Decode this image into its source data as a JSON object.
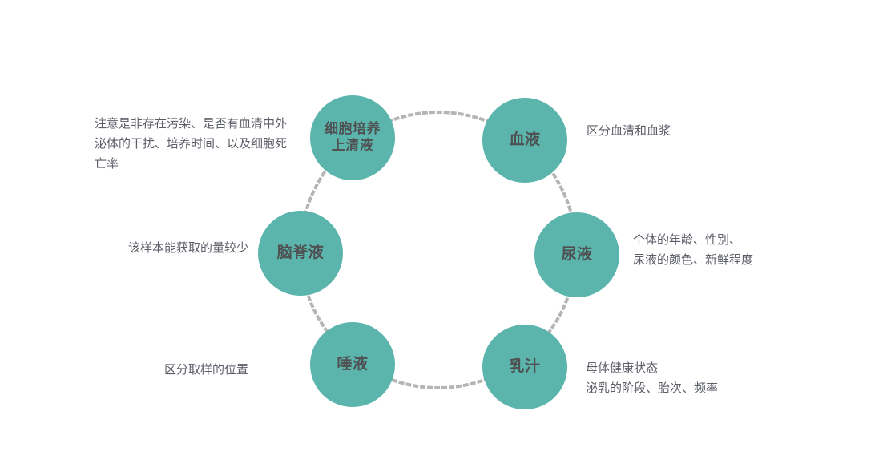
{
  "diagram": {
    "type": "cycle-of-sample-types",
    "colors": {
      "node_fill": "#5bb5ac",
      "node_text": "#4f5052",
      "note_text": "#5c5e68",
      "ring_dots": "#b5b5b5",
      "background": "#ffffff"
    },
    "nodes": [
      {
        "id": "cell-culture-supernatant",
        "label": "细胞培养上清液",
        "note": "注意是非存在污染、是否有血清中外泌体的干扰、培养时间、以及细胞死亡率",
        "note_side": "left"
      },
      {
        "id": "blood",
        "label": "血液",
        "note": "区分血清和血浆",
        "note_side": "right"
      },
      {
        "id": "cerebrospinal-fluid",
        "label": "脑脊液",
        "note": "该样本能获取的量较少",
        "note_side": "left"
      },
      {
        "id": "urine",
        "label": "尿液",
        "note": "个体的年龄、性别、\n尿液的颜色、新鲜程度",
        "note_side": "right"
      },
      {
        "id": "saliva",
        "label": "唾液",
        "note": "区分取样的位置",
        "note_side": "left"
      },
      {
        "id": "milk",
        "label": "乳汁",
        "note": "母体健康状态\n泌乳的阶段、胎次、频率",
        "note_side": "right"
      }
    ]
  }
}
